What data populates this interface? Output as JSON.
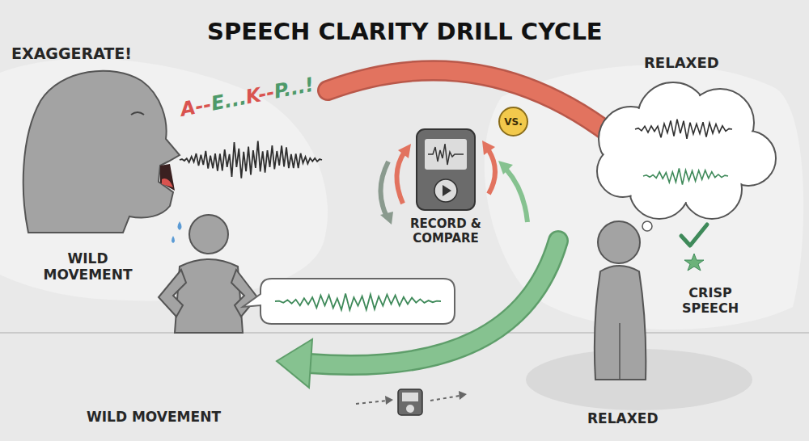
{
  "diagram": {
    "title": "SPEECH CLARITY DRILL CYCLE",
    "nodes": [
      {
        "text": [
          "VS."
        ]
      }
    ],
    "labels": [
      "EXAGGERATE!",
      "A--",
      "E...",
      "K--",
      "P...!",
      "WILD MOVEMENT",
      "RECORD & COMPARE",
      "RELAXED",
      "CRISP SPEECH",
      "WILD MOVEMENT",
      "RELAXED"
    ]
  }
}
